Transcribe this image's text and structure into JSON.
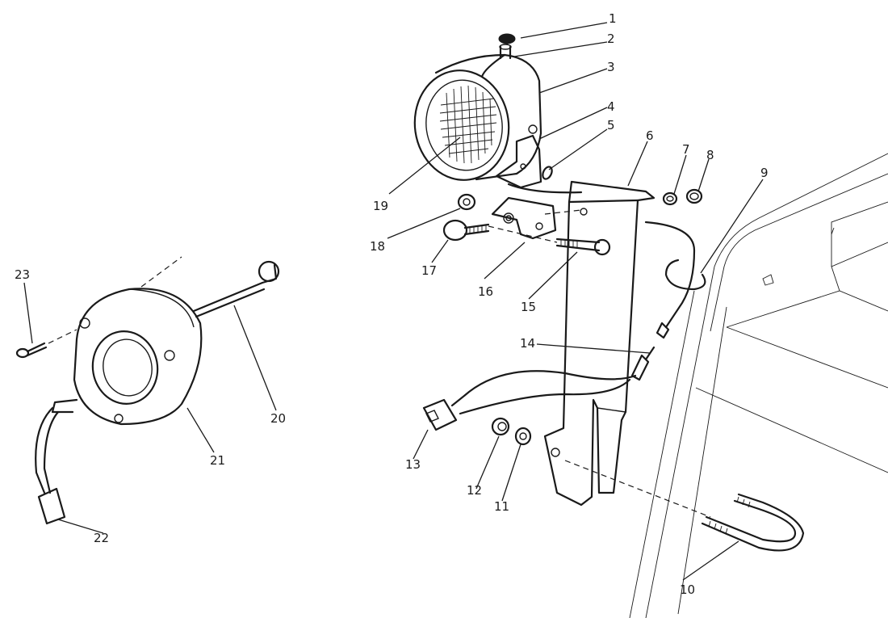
{
  "diagram": {
    "callouts": [
      {
        "id": 1,
        "label": "1"
      },
      {
        "id": 2,
        "label": "2"
      },
      {
        "id": 3,
        "label": "3"
      },
      {
        "id": 4,
        "label": "4"
      },
      {
        "id": 5,
        "label": "5"
      },
      {
        "id": 6,
        "label": "6"
      },
      {
        "id": 7,
        "label": "7"
      },
      {
        "id": 8,
        "label": "8"
      },
      {
        "id": 9,
        "label": "9"
      },
      {
        "id": 10,
        "label": "10"
      },
      {
        "id": 11,
        "label": "11"
      },
      {
        "id": 12,
        "label": "12"
      },
      {
        "id": 13,
        "label": "13"
      },
      {
        "id": 14,
        "label": "14"
      },
      {
        "id": 15,
        "label": "15"
      },
      {
        "id": 16,
        "label": "16"
      },
      {
        "id": 17,
        "label": "17"
      },
      {
        "id": 18,
        "label": "18"
      },
      {
        "id": 19,
        "label": "19"
      },
      {
        "id": 20,
        "label": "20"
      },
      {
        "id": 21,
        "label": "21"
      },
      {
        "id": 22,
        "label": "22"
      },
      {
        "id": 23,
        "label": "23"
      }
    ]
  }
}
